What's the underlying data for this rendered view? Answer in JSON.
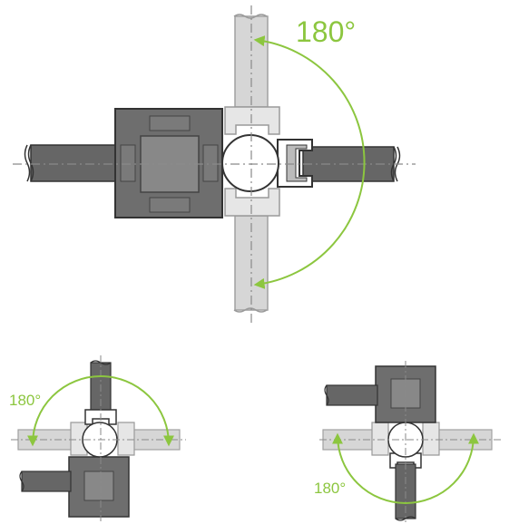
{
  "diagrams": [
    {
      "angle_label": "180°"
    },
    {
      "angle_label": "180°"
    },
    {
      "angle_label": "180°"
    }
  ],
  "colors": {
    "accent": "#8cc63f",
    "dark_profile": "#6a6a6a",
    "dark_outline": "#3a3a3a",
    "light_profile": "#d2d2d2",
    "light_outline": "#9a9a9a",
    "centerline": "#8a8a8a"
  }
}
